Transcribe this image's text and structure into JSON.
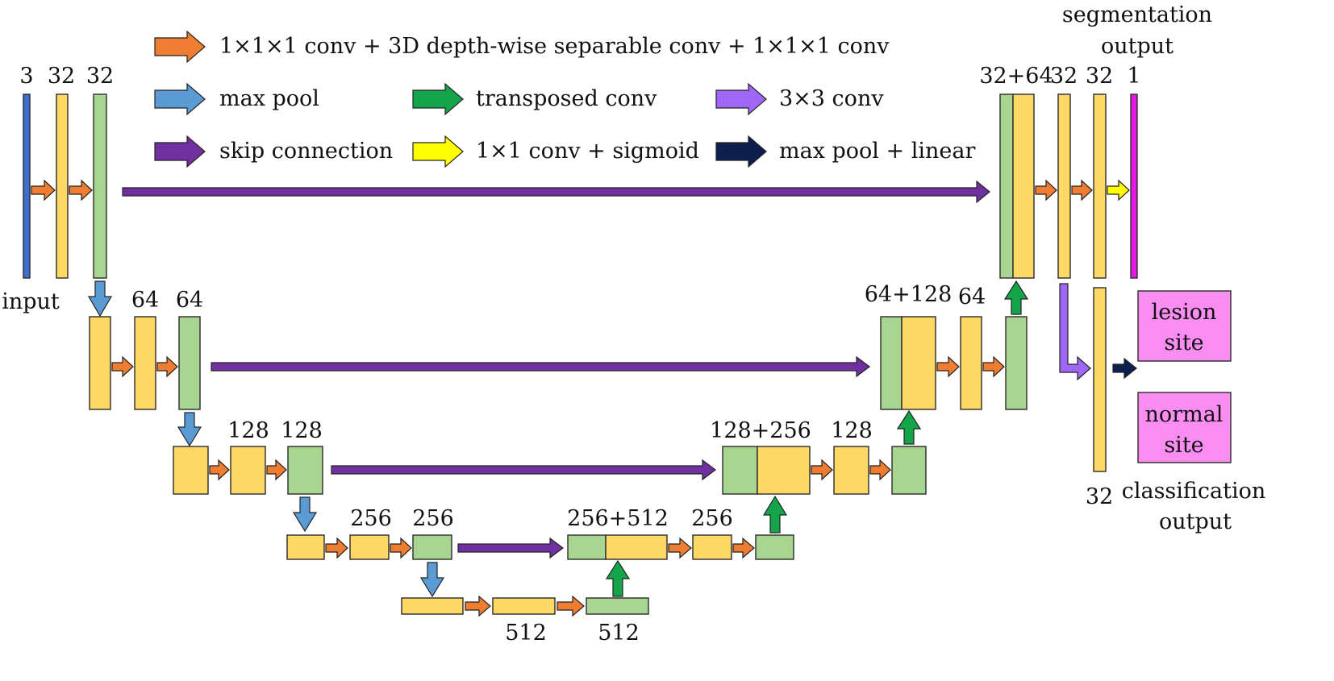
{
  "colors": {
    "input_block": "#3f6fcc",
    "conv_block": "#fdd865",
    "upsampled_block": "#a8d590",
    "seg_output_block": "#e619e6",
    "class_box": "#f98df2",
    "arrow_conv": "#ee7d31",
    "arrow_maxpool": "#5b9bd5",
    "arrow_transposed": "#14a54b",
    "arrow_conv3": "#a066f5",
    "arrow_skip": "#7030a0",
    "arrow_sigmoid": "#ffff00",
    "arrow_maxpool_linear": "#0d1f4f"
  },
  "legend": [
    {
      "id": "conv_block",
      "icon": "orange-arrow-icon",
      "label": "1×1×1 conv + 3D depth-wise separable conv + 1×1×1 conv"
    },
    {
      "id": "max_pool",
      "icon": "blue-arrow-icon",
      "label": "max pool"
    },
    {
      "id": "transposed_conv",
      "icon": "green-arrow-icon",
      "label": "transposed conv"
    },
    {
      "id": "conv3",
      "icon": "violet-arrow-icon",
      "label": "3×3 conv"
    },
    {
      "id": "skip",
      "icon": "purple-arrow-icon",
      "label": "skip connection"
    },
    {
      "id": "sigmoid",
      "icon": "yellow-arrow-icon",
      "label": "1×1 conv + sigmoid"
    },
    {
      "id": "maxpool_linear",
      "icon": "navy-arrow-icon",
      "label": "max pool + linear"
    }
  ],
  "channel_labels": {
    "l1_in": "3",
    "l1_a": "32",
    "l1_b": "32",
    "l2_a": "64",
    "l2_b": "64",
    "l3_a": "128",
    "l3_b": "128",
    "l4_a": "256",
    "l4_b": "256",
    "l5_a": "512",
    "l5_b": "512",
    "d4_cat": "256+512",
    "d4_out": "256",
    "d3_cat": "128+256",
    "d3_out": "128",
    "d2_cat": "64+128",
    "d2_out": "64",
    "d1_cat": "32+64",
    "d1_a": "32",
    "d1_b": "32",
    "seg": "1",
    "cls": "32"
  },
  "text": {
    "input": "input",
    "seg_output_line1": "segmentation",
    "seg_output_line2": "output",
    "cls_output_line1": "classification",
    "cls_output_line2": "output",
    "lesion_line1": "lesion",
    "lesion_line2": "site",
    "normal_line1": "normal",
    "normal_line2": "site"
  }
}
